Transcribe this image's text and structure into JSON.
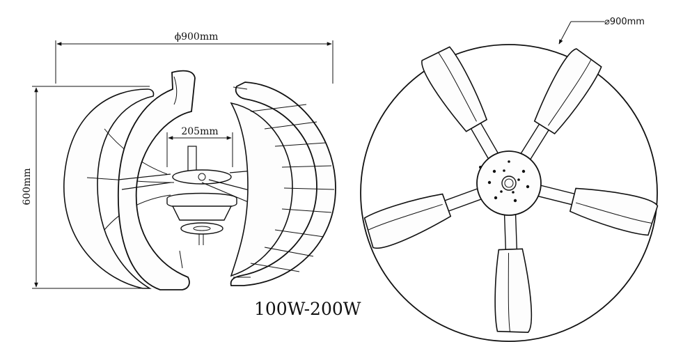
{
  "diagram": {
    "side_view": {
      "diameter_label": "ϕ900mm",
      "height_label": "600mm",
      "hub_label": "205mm"
    },
    "top_view": {
      "diameter_label": "⌀900mm"
    },
    "power_label": "100W-200W"
  }
}
